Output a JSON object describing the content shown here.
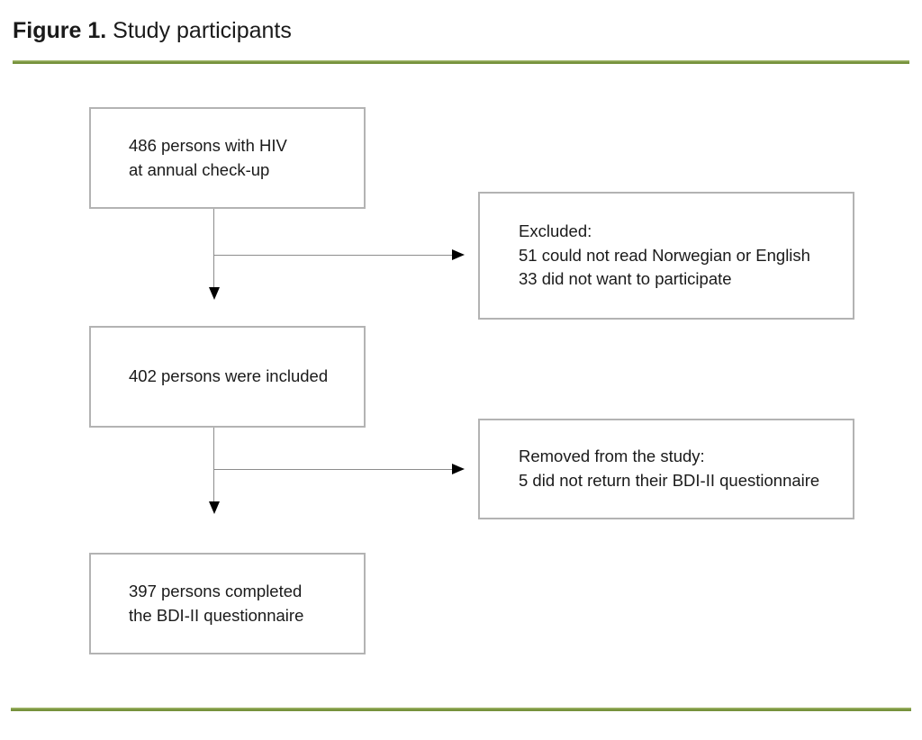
{
  "figure": {
    "label": "Figure 1.",
    "title": "Study participants"
  },
  "colors": {
    "rule_green": "#76923C",
    "box_border": "#B3B3B3",
    "connector_gray": "#8C8C8C",
    "arrowhead_black": "#000000",
    "text": "#1A1A1A",
    "background": "#FFFFFF"
  },
  "flowchart": {
    "boxes": [
      {
        "name": "hiv-checkup",
        "lines": [
          "486 persons with HIV",
          "at annual check-up"
        ]
      },
      {
        "name": "excluded",
        "lines": [
          "Excluded:",
          "51 could not read Norwegian or English",
          "33 did not want to participate"
        ]
      },
      {
        "name": "included",
        "lines": [
          "402 persons were included"
        ]
      },
      {
        "name": "removed",
        "lines": [
          "Removed from the study:",
          "5 did not return their BDI-II questionnaire"
        ]
      },
      {
        "name": "completed",
        "lines": [
          "397 persons completed",
          "the BDI-II questionnaire"
        ]
      }
    ],
    "connections": [
      {
        "from": "hiv-checkup",
        "to": "included",
        "branch_to": "excluded"
      },
      {
        "from": "included",
        "to": "completed",
        "branch_to": "removed"
      }
    ]
  }
}
